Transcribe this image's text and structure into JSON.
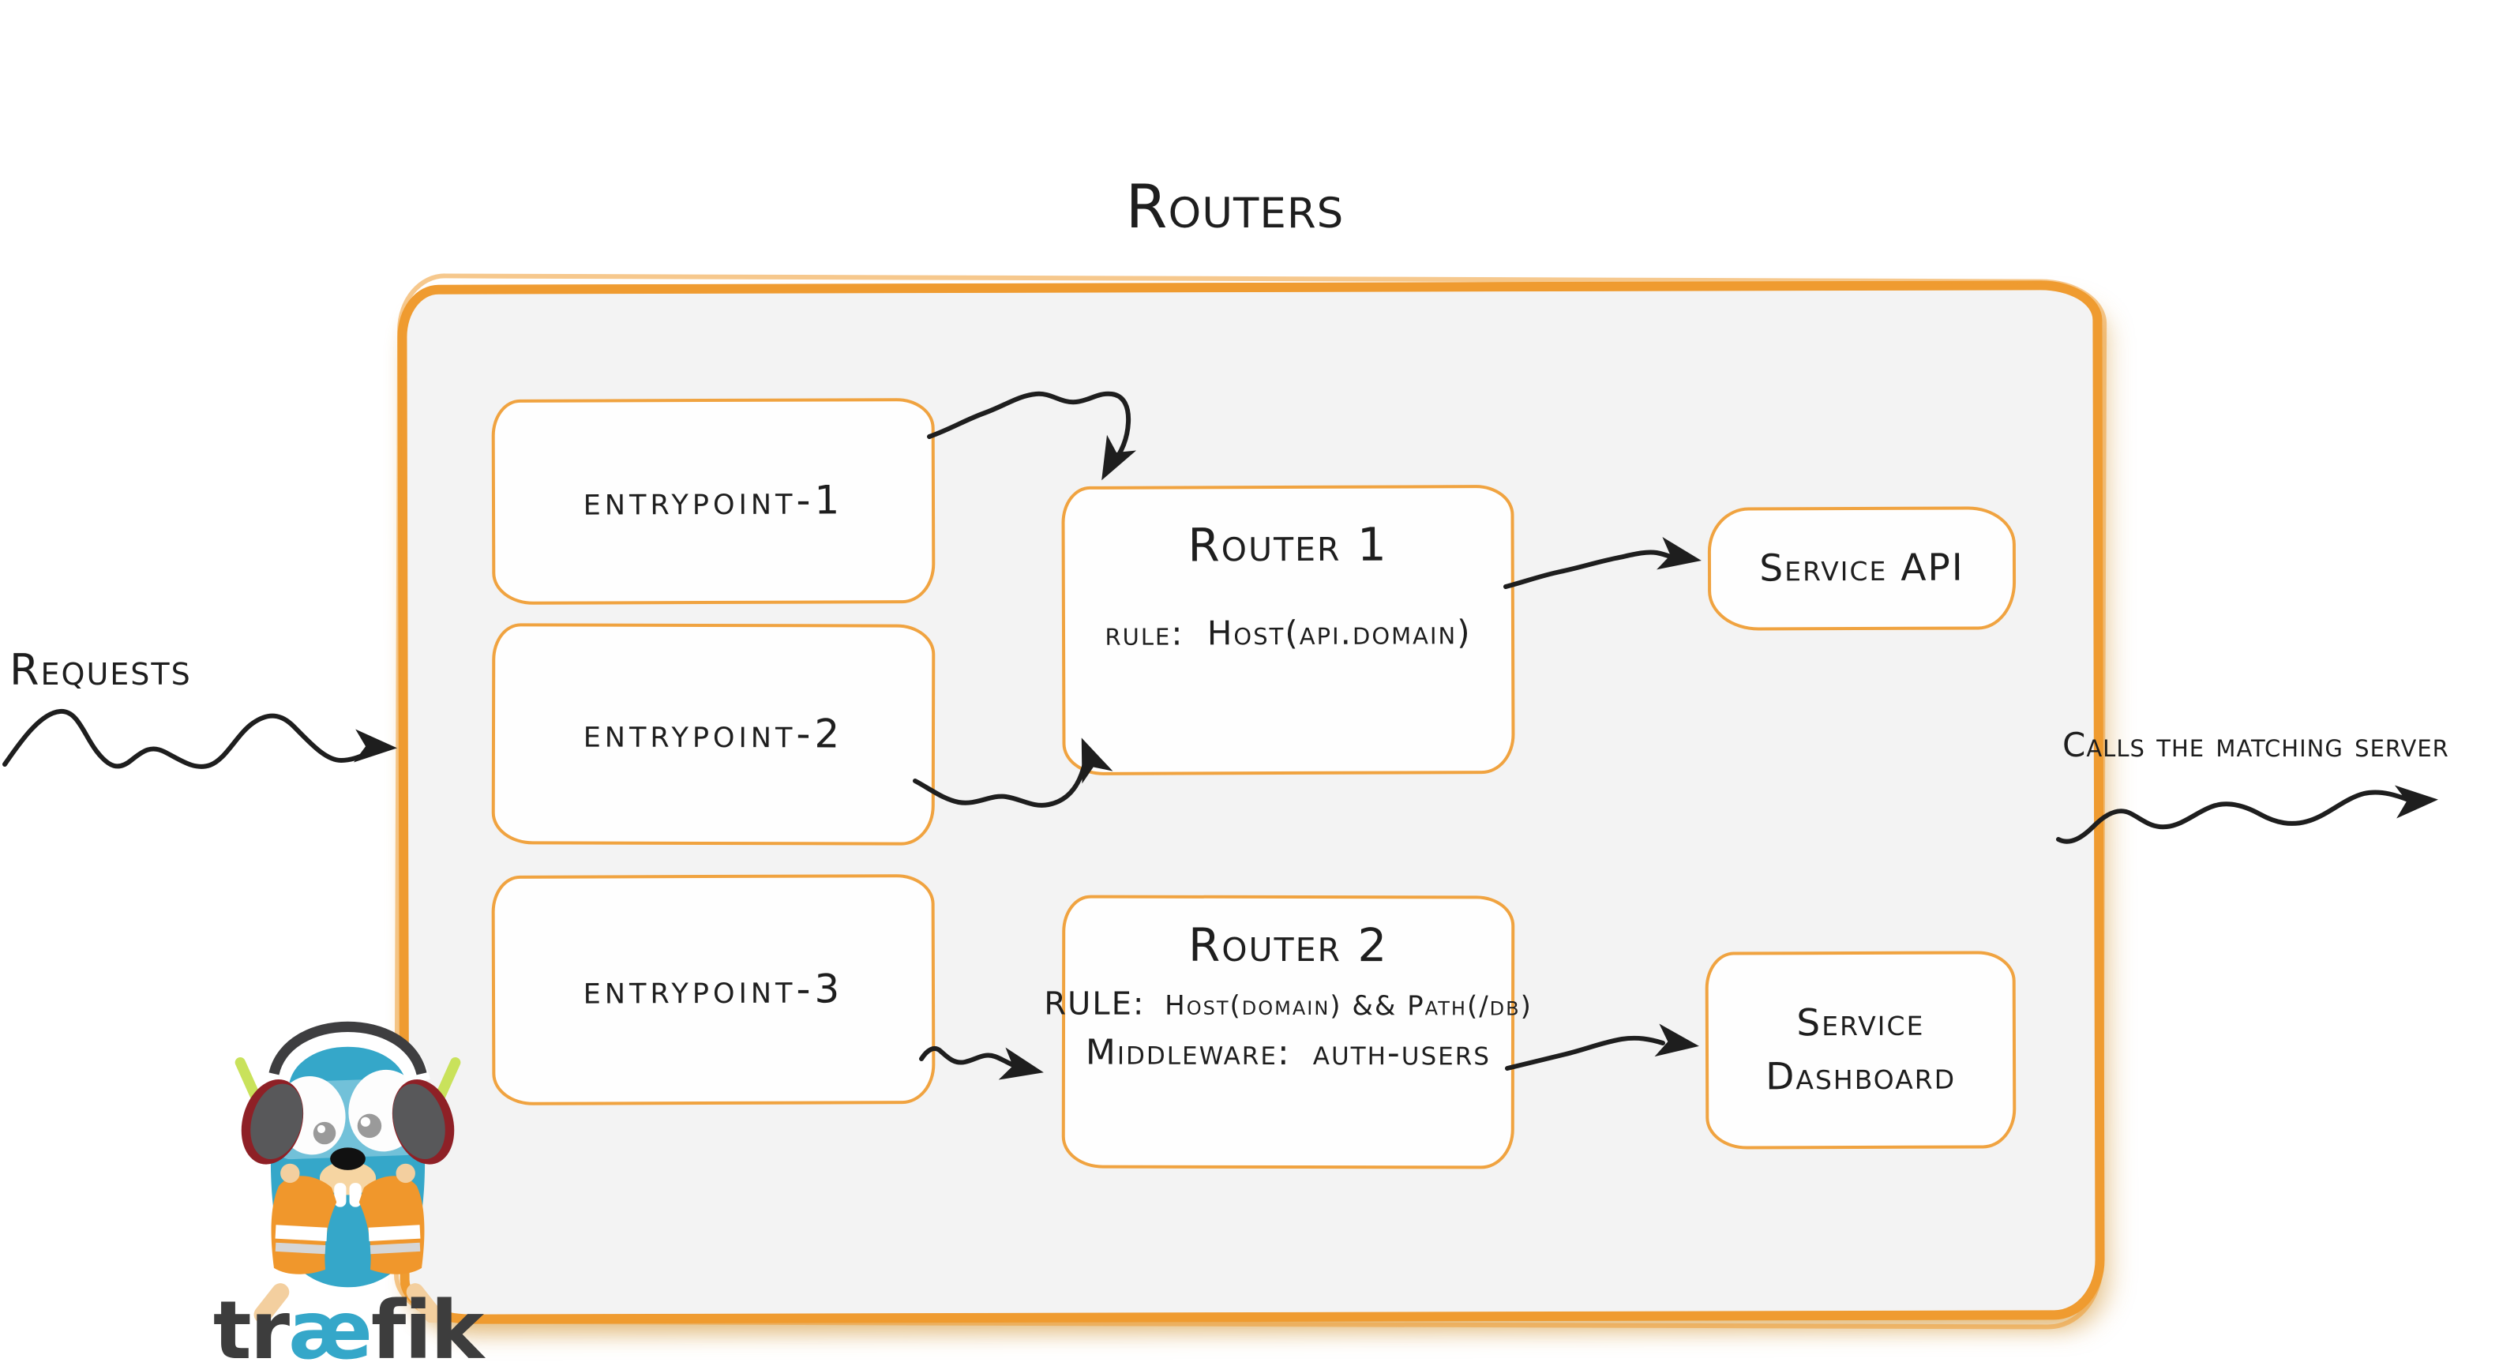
{
  "title": "Routers",
  "labels": {
    "requests": "Requests",
    "calls": "Calls the matching server"
  },
  "entrypoints": [
    {
      "label": "entrypoint-1"
    },
    {
      "label": "entrypoint-2"
    },
    {
      "label": "entrypoint-3"
    }
  ],
  "routers": [
    {
      "name": "Router 1",
      "rule_label": "rule:",
      "rule_value": "Host(api.domain)"
    },
    {
      "name": "Router 2",
      "rule_label": "RULE:",
      "rule_value": "Host(domain) && Path(/db)",
      "middleware_label": "Middleware:",
      "middleware_value": "auth-users"
    }
  ],
  "services": [
    {
      "line1": "Service API"
    },
    {
      "line1": "Service",
      "line2": "Dashboard"
    }
  ],
  "logo": {
    "word_pre": "tr",
    "word_ae": "æ",
    "word_post": "fik"
  },
  "colors": {
    "orange": "#ef9b30",
    "box_border": "#f0a340",
    "ink": "#1e1e1e",
    "panel_fill": "#f3f3f3",
    "teal": "#35a7c9"
  }
}
